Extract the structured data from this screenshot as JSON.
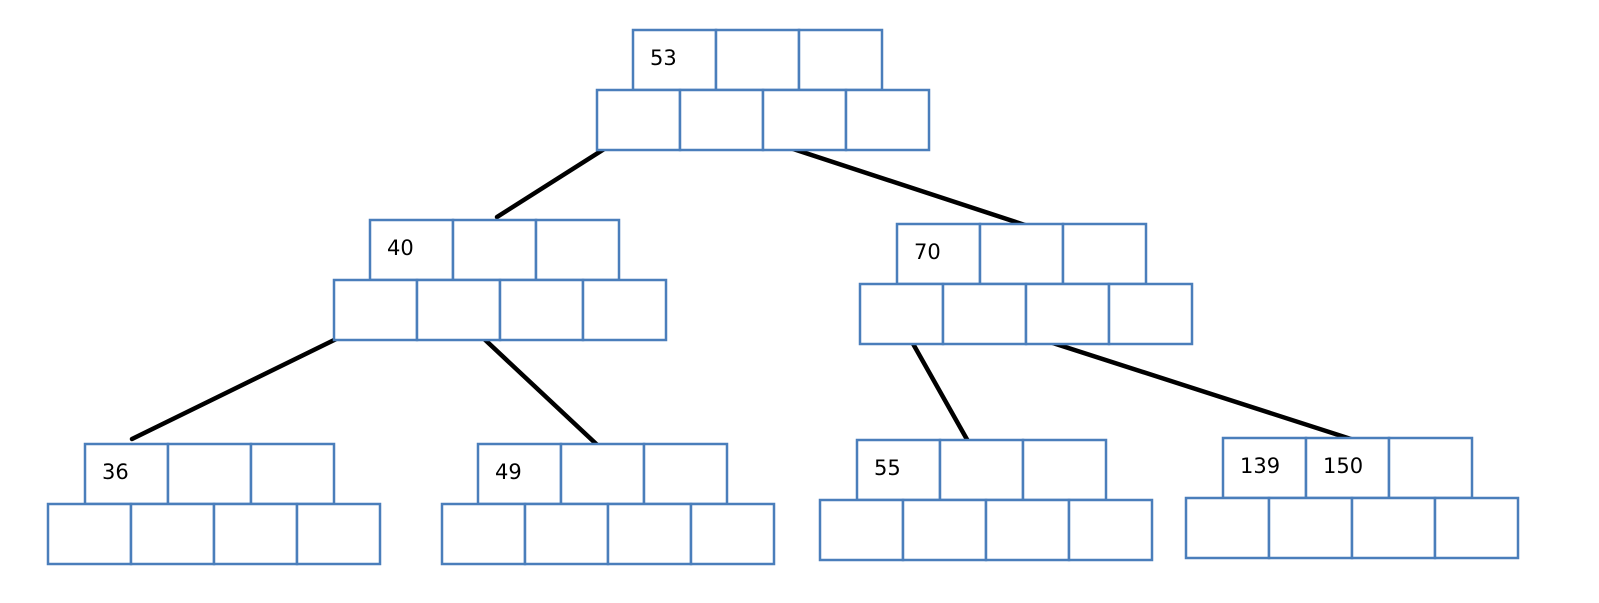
{
  "diagram": {
    "colors": {
      "cell_border": "#4a7ebb",
      "edge": "#000000",
      "background": "#ffffff"
    },
    "nodes": [
      {
        "id": "root",
        "keys": [
          "53",
          "",
          ""
        ]
      },
      {
        "id": "n40",
        "keys": [
          "40",
          "",
          ""
        ]
      },
      {
        "id": "n70",
        "keys": [
          "70",
          "",
          ""
        ]
      },
      {
        "id": "n36",
        "keys": [
          "36",
          "",
          ""
        ]
      },
      {
        "id": "n49",
        "keys": [
          "49",
          "",
          ""
        ]
      },
      {
        "id": "n55",
        "keys": [
          "55",
          "",
          ""
        ]
      },
      {
        "id": "n139",
        "keys": [
          "139",
          "150",
          ""
        ]
      }
    ],
    "edges": [
      {
        "from": "root",
        "to": "n40"
      },
      {
        "from": "root",
        "to": "n70"
      },
      {
        "from": "n40",
        "to": "n36"
      },
      {
        "from": "n40",
        "to": "n49"
      },
      {
        "from": "n70",
        "to": "n55"
      },
      {
        "from": "n70",
        "to": "n139"
      }
    ]
  }
}
